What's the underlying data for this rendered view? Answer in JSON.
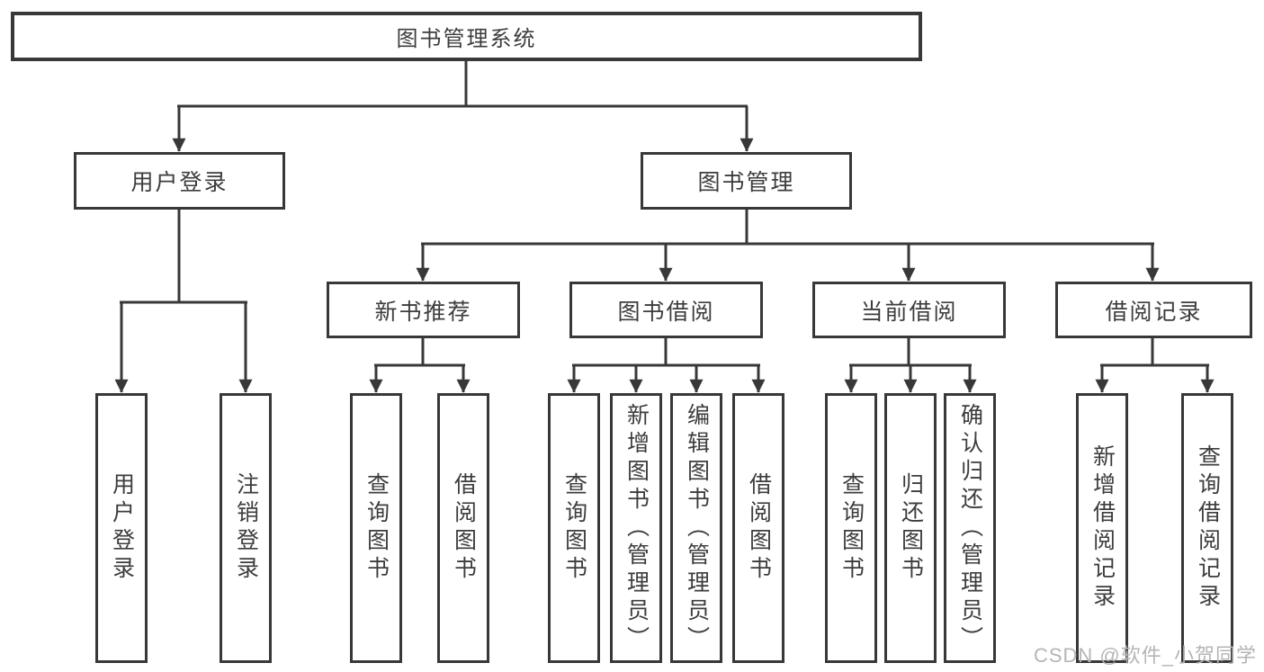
{
  "page": {
    "background_color": "#ffffff"
  },
  "diagram": {
    "type": "hierarchy",
    "line_color": "#383838",
    "text_color": "#3d3d3d",
    "tree": {
      "label": "图书管理系统",
      "children": [
        {
          "label": "用户登录",
          "children": [
            {
              "label": "用户登录"
            },
            {
              "label": "注销登录"
            }
          ]
        },
        {
          "label": "图书管理",
          "children": [
            {
              "label": "新书推荐",
              "children": [
                {
                  "label": "查询图书"
                },
                {
                  "label": "借阅图书"
                }
              ]
            },
            {
              "label": "图书借阅",
              "children": [
                {
                  "label": "查询图书"
                },
                {
                  "label": "新增图书（管理员）"
                },
                {
                  "label": "编辑图书（管理员）"
                },
                {
                  "label": "借阅图书"
                }
              ]
            },
            {
              "label": "当前借阅",
              "children": [
                {
                  "label": "查询图书"
                },
                {
                  "label": "归还图书"
                },
                {
                  "label": "确认归还（管理员）"
                }
              ]
            },
            {
              "label": "借阅记录",
              "children": [
                {
                  "label": "新增借阅记录"
                },
                {
                  "label": "查询借阅记录"
                }
              ]
            }
          ]
        }
      ]
    }
  },
  "watermark": {
    "text": "CSDN @软件_小贺同学",
    "color": "#b5b5b5"
  }
}
